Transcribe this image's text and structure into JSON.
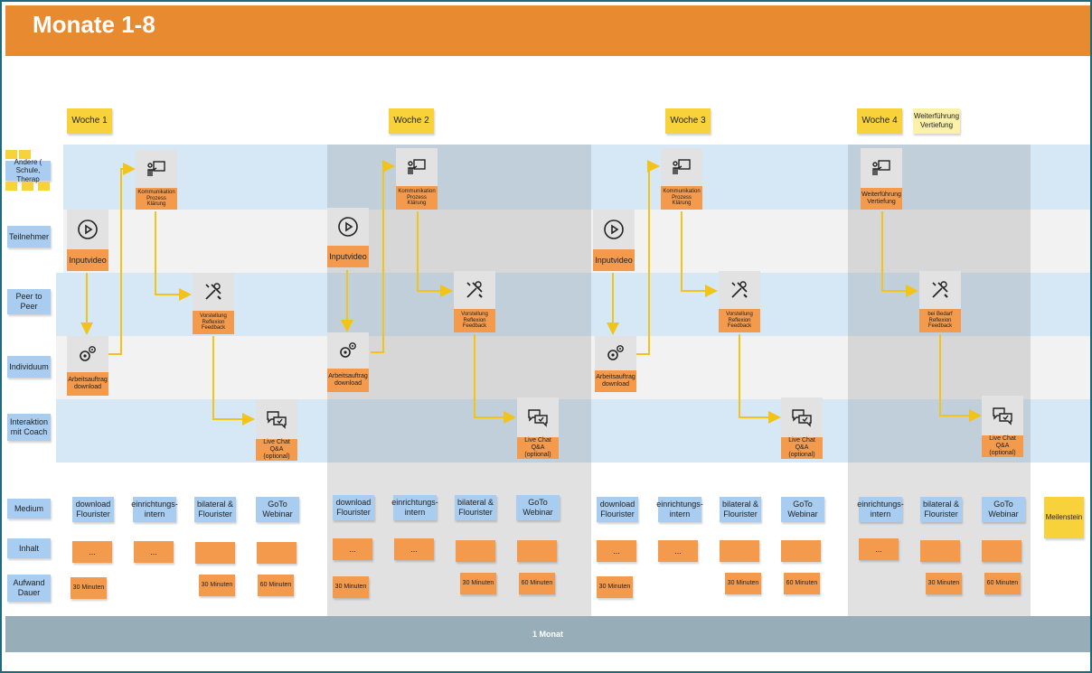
{
  "title": "Monate 1-8",
  "weeks": [
    "Woche 1",
    "Woche 2",
    "Woche 3",
    "Woche 4"
  ],
  "extra_note": "Weiterführung Vertiefung",
  "lanes": {
    "andere": "Andere ( Schule, Therap",
    "teilnehmer": "Teilnehmer",
    "peer": "Peer to Peer",
    "individuum": "Individuum",
    "interaktion": "Interaktion mit Coach"
  },
  "row_labels": {
    "medium": "Medium",
    "inhalt": "Inhalt",
    "aufwand": "Aufwand Dauer"
  },
  "cards": {
    "inputvideo": "Inputvideo",
    "arbeitsauftrag": "Arbeitsauftrag download",
    "kommunikation": "Kommunikation Prozess Klärung",
    "vorstellung": "Vorstellung Reflexion Feedback",
    "livechat": "Live Chat Q&A (optional)",
    "weiterfuehrung": "Weiterführung Vertiefung",
    "beibedarf": "bei Bedarf Reflexion Feedback"
  },
  "medium": {
    "download": "download Flourister",
    "einrichtung": "einrichtungs- intern",
    "bilateral": "bilateral & Flourister",
    "goto": "GoTo Webinar"
  },
  "inhalt_dots": "...",
  "durations": {
    "d30": "30 Minuten",
    "d60": "60 Minuten"
  },
  "meilenstein": "Meilenstein",
  "footer": "1 Monat"
}
